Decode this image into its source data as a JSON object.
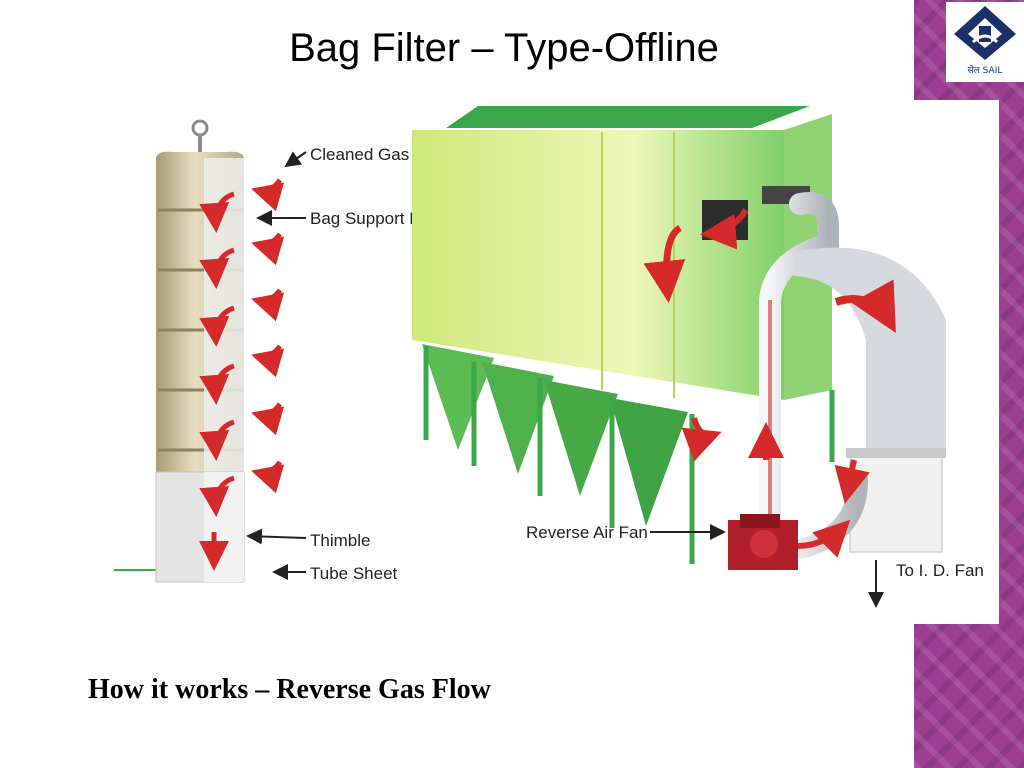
{
  "slide": {
    "title": "Bag Filter – Type-Offline",
    "caption": "How it works – Reverse Gas Flow"
  },
  "logo": {
    "text": "सेल SAIL",
    "icon": "sail-diamond-logo-icon",
    "color": "#1b2f6b"
  },
  "diagram": {
    "labels": {
      "cleaned_gas": "Cleaned Gas",
      "bag_support_ring": "Bag Support Ring",
      "thimble": "Thimble",
      "tube_sheet": "Tube Sheet",
      "reverse_air_fan": "Reverse Air Fan",
      "to_id_fan": "To I. D. Fan"
    },
    "colors": {
      "housing": "#d9ef8c",
      "hopper_frame": "#3aa84a",
      "flow_arrow": "#d42a2a",
      "bag": "#d8cba8",
      "fan": "#b01e2a",
      "duct": "#d6d9dc"
    }
  },
  "theme": {
    "side_band": "#9c3f93"
  }
}
